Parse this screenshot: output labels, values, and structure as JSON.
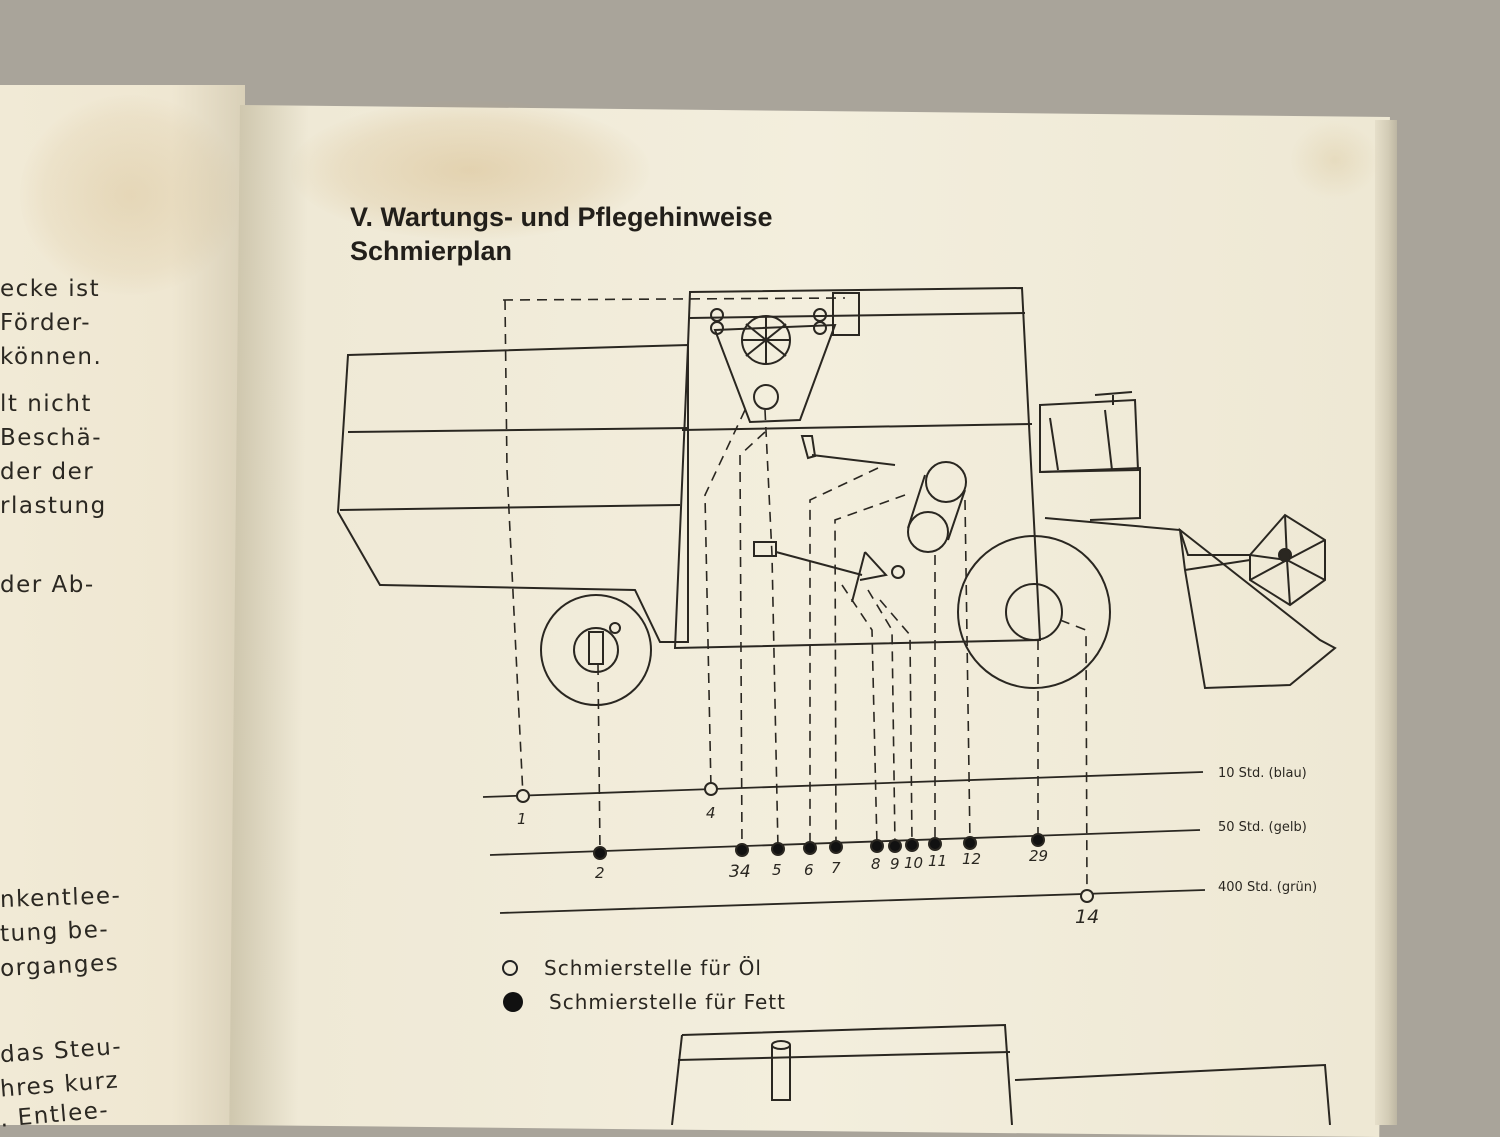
{
  "left_page": {
    "lines": [
      "ecke ist",
      "Förder-",
      "können.",
      "lt nicht",
      "Beschä-",
      "der der",
      "rlastung",
      "der Ab-",
      "nkentlee-",
      "tung be-",
      "organges",
      "das Steu-",
      "hres kurz",
      ". Entlee-"
    ]
  },
  "section": {
    "heading": "V. Wartungs- und Pflegehinweise",
    "subheading": "Schmierplan"
  },
  "diagram": {
    "interval_labels": [
      "10 Std. (blau)",
      "50 Std. (gelb)",
      "400 Std. (grün)"
    ],
    "points_10h": [
      "1",
      "4"
    ],
    "points_50h": [
      "2",
      "34",
      "5",
      "6",
      "7",
      "8",
      "9",
      "10",
      "11",
      "12",
      "29"
    ],
    "points_400h": [
      "14"
    ]
  },
  "legend": {
    "oil_label": "Schmierstelle für Öl",
    "grease_label": "Schmierstelle für Fett",
    "open_circle_icon": "open-circle-icon",
    "filled_circle_icon": "filled-circle-icon"
  },
  "colors": {
    "paper": "#f1ecda",
    "ink": "#2a2721",
    "stain": "#d9b98a",
    "background": "#a9a49a"
  }
}
